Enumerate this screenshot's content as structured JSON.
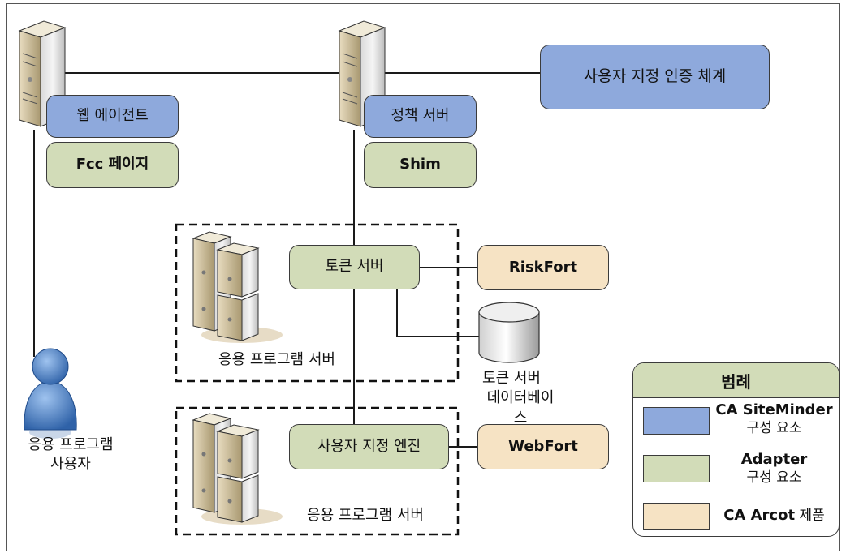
{
  "web_agent": "웹 에이전트",
  "fcc_page": "Fcc 페이지",
  "policy_server": "정책 서버",
  "shim": "Shim",
  "custom_auth": "사용자 지정 인증 체계",
  "token_server": "토큰 서버",
  "riskfort": "RiskFort",
  "app_server_1": "응용 프로그램 서버",
  "token_db": [
    "토큰 서버",
    "데이터베이스"
  ],
  "custom_engine": "사용자 지정 엔진",
  "webfort": "WebFort",
  "app_server_2": "응용 프로그램 서버",
  "app_user": [
    "응용 프로그램",
    "사용자"
  ],
  "legend": {
    "title": "범례",
    "items": [
      {
        "name": "CA SiteMinder",
        "sub": "구성 요소",
        "color": "#8ea9dc"
      },
      {
        "name": "Adapter",
        "sub": "구성 요소",
        "color": "#d2dcb8"
      },
      {
        "name": "CA Arcot",
        "sub": "제품",
        "color": "#f6e3c4"
      }
    ]
  },
  "colors": {
    "siteminder": "#8ea9dc",
    "adapter": "#d2dcb8",
    "arcot": "#f6e3c4"
  }
}
